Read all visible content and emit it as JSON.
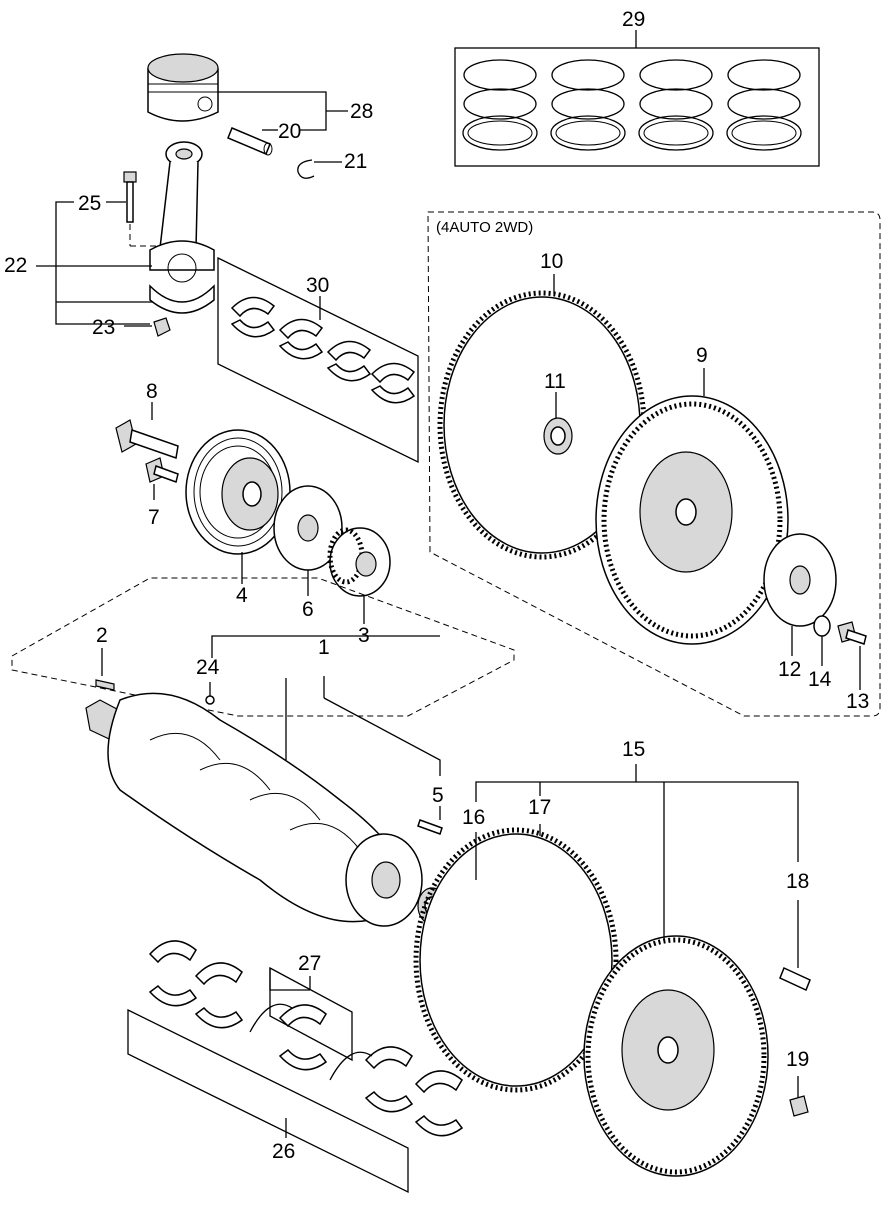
{
  "group_note": "(4AUTO 2WD)",
  "callouts": [
    {
      "id": "c1",
      "text": "1"
    },
    {
      "id": "c2",
      "text": "2"
    },
    {
      "id": "c3",
      "text": "3"
    },
    {
      "id": "c4",
      "text": "4"
    },
    {
      "id": "c5",
      "text": "5"
    },
    {
      "id": "c6",
      "text": "6"
    },
    {
      "id": "c7",
      "text": "7"
    },
    {
      "id": "c8",
      "text": "8"
    },
    {
      "id": "c9",
      "text": "9"
    },
    {
      "id": "c10",
      "text": "10"
    },
    {
      "id": "c11",
      "text": "11"
    },
    {
      "id": "c12",
      "text": "12"
    },
    {
      "id": "c13",
      "text": "13"
    },
    {
      "id": "c14",
      "text": "14"
    },
    {
      "id": "c15",
      "text": "15"
    },
    {
      "id": "c16",
      "text": "16"
    },
    {
      "id": "c17",
      "text": "17"
    },
    {
      "id": "c18",
      "text": "18"
    },
    {
      "id": "c19",
      "text": "19"
    },
    {
      "id": "c20",
      "text": "20"
    },
    {
      "id": "c21",
      "text": "21"
    },
    {
      "id": "c22",
      "text": "22"
    },
    {
      "id": "c23",
      "text": "23"
    },
    {
      "id": "c24",
      "text": "24"
    },
    {
      "id": "c25",
      "text": "25"
    },
    {
      "id": "c26",
      "text": "26"
    },
    {
      "id": "c27",
      "text": "27"
    },
    {
      "id": "c28",
      "text": "28"
    },
    {
      "id": "c29",
      "text": "29"
    },
    {
      "id": "c30",
      "text": "30"
    }
  ]
}
